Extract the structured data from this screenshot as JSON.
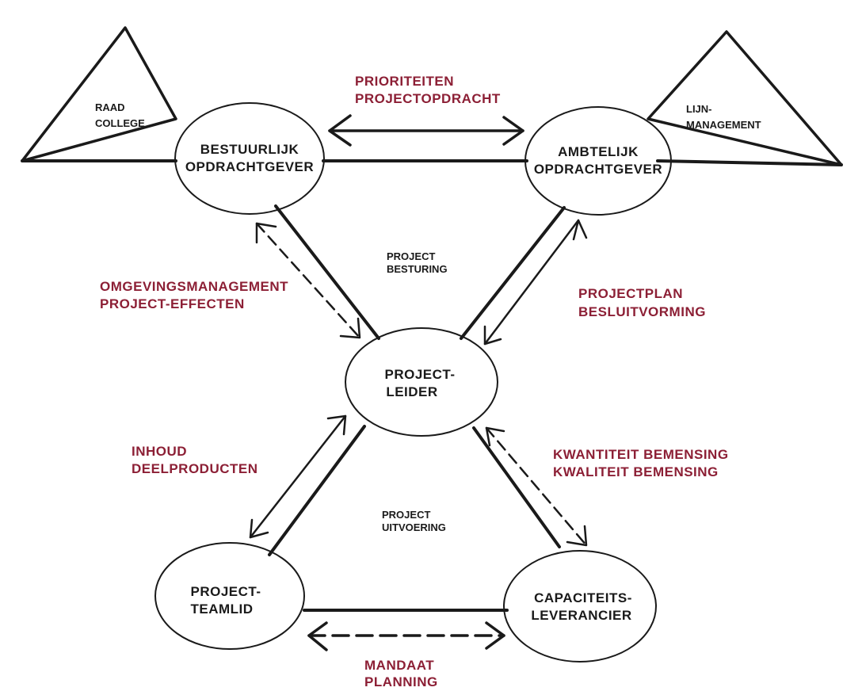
{
  "colors": {
    "ink": "#1a1a1a",
    "flow_text": "#8c1f35",
    "background": "#ffffff"
  },
  "triangles": {
    "left": {
      "line1": "RAAD",
      "line2": "COLLEGE"
    },
    "right": {
      "line1": "LIJN-",
      "line2": "MANAGEMENT"
    }
  },
  "nodes": {
    "bestuurlijk": {
      "line1": "BESTUURLIJK",
      "line2": "OPDRACHTGEVER"
    },
    "ambtelijk": {
      "line1": "AMBTELIJK",
      "line2": "OPDRACHTGEVER"
    },
    "projectleider": {
      "line1": "PROJECT-",
      "line2": "LEIDER"
    },
    "teamlid": {
      "line1": "PROJECT-",
      "line2": "TEAMLID"
    },
    "leverancier": {
      "line1": "CAPACITEITS-",
      "line2": "LEVERANCIER"
    }
  },
  "zones": {
    "besturing": {
      "line1": "PROJECT",
      "line2": "BESTURING"
    },
    "uitvoering": {
      "line1": "PROJECT",
      "line2": "UITVOERING"
    }
  },
  "flows": {
    "top": {
      "line1": "PRIORITEITEN",
      "line2": "PROJECTOPDRACHT"
    },
    "left_upper": {
      "line1": "OMGEVINGSMANAGEMENT",
      "line2": "PROJECT-EFFECTEN"
    },
    "right_upper": {
      "line1": "PROJECTPLAN",
      "line2": "BESLUITVORMING"
    },
    "left_lower": {
      "line1": "INHOUD",
      "line2": "DEELPRODUCTEN"
    },
    "right_lower": {
      "line1": "KWANTITEIT BEMENSING",
      "line2": "KWALITEIT BEMENSING"
    },
    "bottom": {
      "line1": "MANDAAT",
      "line2": "PLANNING"
    }
  }
}
